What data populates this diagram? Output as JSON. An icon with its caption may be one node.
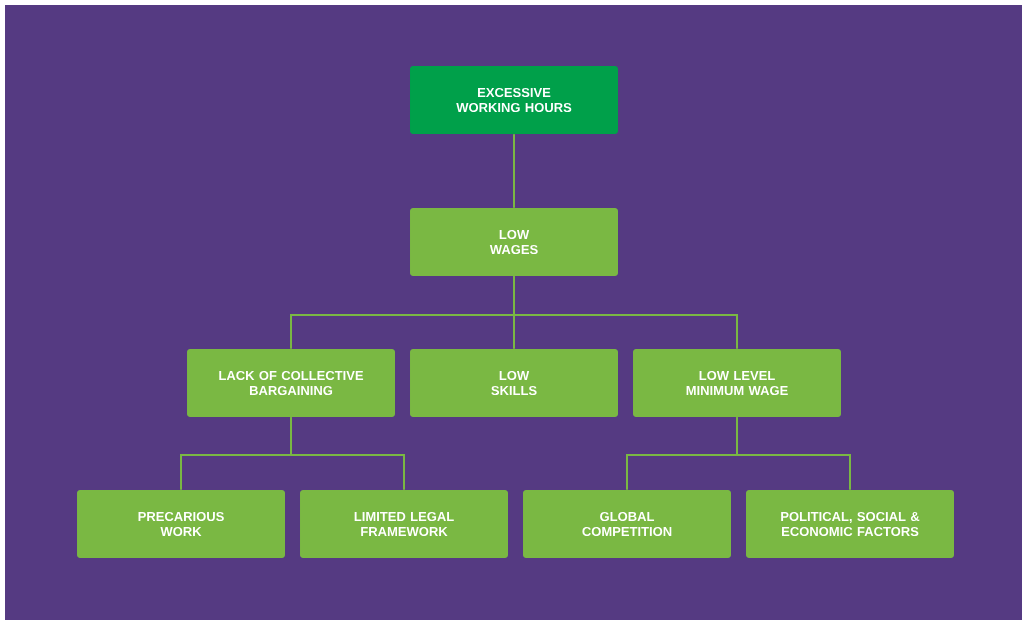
{
  "diagram": {
    "nodes": [
      {
        "text": [
          "EXCESSIVE WORKING HOURS"
        ]
      },
      {
        "text": [
          "LOW WAGES"
        ]
      },
      {
        "text": [
          "LACK OF COLLECTIVE BARGAINING"
        ]
      },
      {
        "text": [
          "LOW SKILLS"
        ]
      },
      {
        "text": [
          "LOW LEVEL MINIMUM WAGE"
        ]
      },
      {
        "text": [
          "PRECARIOUS WORK"
        ]
      },
      {
        "text": [
          "LIMITED LEGAL FRAMEWORK"
        ]
      },
      {
        "text": [
          "GLOBAL COMPETITION"
        ]
      },
      {
        "text": [
          "POLITICAL, SOCIAL & ECONOMIC FACTORS"
        ]
      }
    ],
    "edges": [
      {
        "from": 0,
        "to": 1,
        "arrow": "none"
      },
      {
        "from": 1,
        "to": 2,
        "arrow": "none"
      },
      {
        "from": 1,
        "to": 3,
        "arrow": "none"
      },
      {
        "from": 1,
        "to": 4,
        "arrow": "none"
      },
      {
        "from": 2,
        "to": 5,
        "arrow": "none"
      },
      {
        "from": 2,
        "to": 6,
        "arrow": "none"
      },
      {
        "from": 4,
        "to": 7,
        "arrow": "none"
      },
      {
        "from": 4,
        "to": 8,
        "arrow": "none"
      }
    ]
  }
}
